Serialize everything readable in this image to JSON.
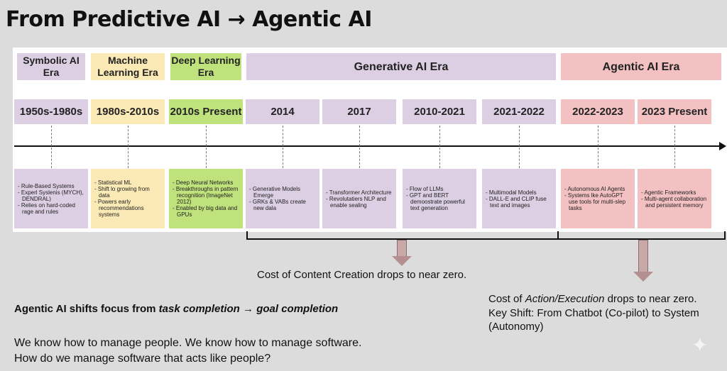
{
  "title": "From Predictive AI → Agentic AI",
  "eras": [
    "Symbolic AI Era",
    "Machine Learning Era",
    "Deep Learning Era",
    "Generative AI Era",
    "Agentic AI Era"
  ],
  "dates": [
    "1950s-1980s",
    "1980s-2010s",
    "2010s Present",
    "2014",
    "2017",
    "2010-2021",
    "2021-2022",
    "2022-2023",
    "2023 Present"
  ],
  "details": [
    [
      "- Rule-Based Systems",
      "- Experl Syslenis (MYCH), DENDRAL)",
      "- Relies on hard-coded rage and rules"
    ],
    [
      "- Statistical ML",
      "- Shift lo growing from data",
      "- Powers early recommendations systems"
    ],
    [
      "- Deep Neural Networks",
      "- Breakthroughs in pattern recognition (ImageNet 2012)",
      "- Enabled by big data and GPUs"
    ],
    [
      "- Generative Models Emerge",
      "- GRKs & VABs create new dala"
    ],
    [
      "- Transformer Architecture",
      "- Revolutatiers NLP and enable sealing"
    ],
    [
      "- Flow of LLMs",
      "- GPT and BERT demoostrate powerful text generation"
    ],
    [
      "- Multimodal Models",
      "- DALL-E and CLIP fuse text and images"
    ],
    [
      "- Autonomous AI Agents",
      "- Systems lke AutoGPT use tools for multi-slep tasks"
    ],
    [
      "- Agentic Frameworks",
      "- Multi-agent collaboration and persistent memory"
    ]
  ],
  "notes": {
    "content": "Cost of Content Creation drops to near zero.",
    "action_pre": "Cost of ",
    "action_em": "Action/Execution",
    "action_post": " drops to near zero.",
    "shift": "Key Shift: From Chatbot (Co-pilot) to System (Autonomy)",
    "focus_pre": "Agentic AI shifts focus from ",
    "focus_em1": "task completion",
    "focus_mid": " → ",
    "focus_em2": "goal completion",
    "q1": "We know how to manage people. We know how to manage software.",
    "q2": "How do we manage software that acts like people?"
  },
  "colors": {
    "purple": "#dccfe3",
    "yellow": "#fbeab5",
    "green": "#bfe27c",
    "red": "#f3c1c1"
  }
}
